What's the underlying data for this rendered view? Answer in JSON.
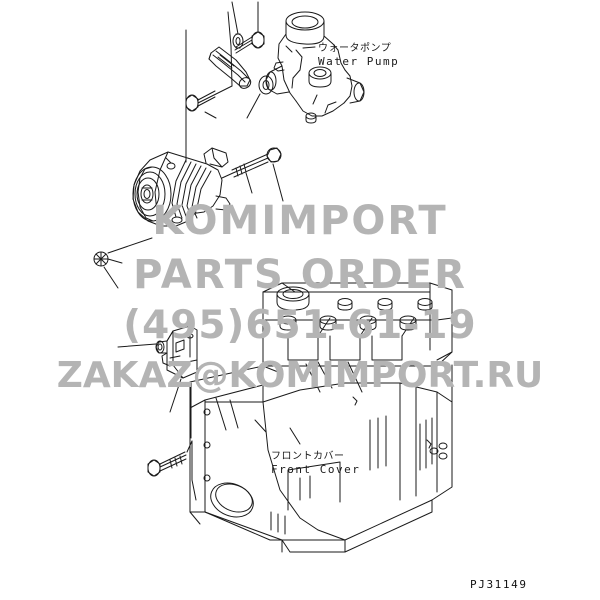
{
  "document": {
    "type": "parts-catalog-illustration",
    "part_number": "PJ31149",
    "background_color": "#ffffff",
    "line_color": "#1a1a1a"
  },
  "watermark": {
    "color": "#b4b4b4",
    "lines": [
      "KOMIMPORT",
      "PARTS ORDER",
      "(495)651-61-19",
      "ZAKAZ@KOMIMPORT.RU"
    ]
  },
  "callouts": [
    {
      "id": "water-pump",
      "jp": "ウォータポンプ",
      "en": "Water Pump"
    },
    {
      "id": "front-cover",
      "jp": "フロントカバー",
      "en": "Front Cover"
    }
  ],
  "components": [
    {
      "id": "alternator",
      "name": "alternator"
    },
    {
      "id": "water-pump-housing",
      "name": "water-pump-housing"
    },
    {
      "id": "adjust-link-bracket",
      "name": "adjusting-link-bracket"
    },
    {
      "id": "alternator-mount-bracket",
      "name": "alternator-mounting-bracket"
    },
    {
      "id": "engine-block",
      "name": "engine-cylinder-block"
    },
    {
      "id": "front-cover",
      "name": "front-cover"
    }
  ],
  "fasteners": [
    {
      "id": "bolt-top-link-upper",
      "type": "bolt"
    },
    {
      "id": "bolt-top-link-lower",
      "type": "bolt"
    },
    {
      "id": "washer-link-upper",
      "type": "washer"
    },
    {
      "id": "washer-link-pivot",
      "type": "washer"
    },
    {
      "id": "bolt-long-alternator",
      "type": "long-bolt"
    },
    {
      "id": "bolt-alternator-pivot",
      "type": "bolt"
    },
    {
      "id": "bolt-bracket-lower",
      "type": "bolt"
    }
  ]
}
